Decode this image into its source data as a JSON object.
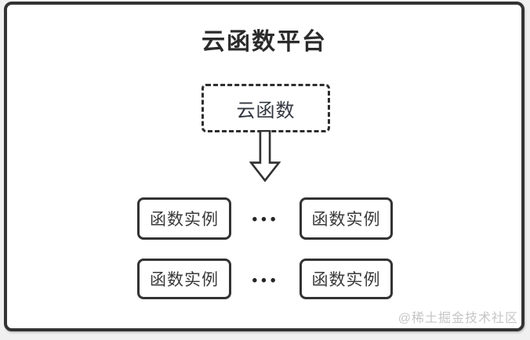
{
  "diagram": {
    "title": "云函数平台",
    "source_box": {
      "label": "云函数"
    },
    "ellipsis": "•••",
    "instance_rows": [
      {
        "left_label": "函数实例",
        "right_label": "函数实例"
      },
      {
        "left_label": "函数实例",
        "right_label": "函数实例"
      }
    ],
    "watermark": "@稀土掘金技术社区",
    "colors": {
      "outline": "#333333",
      "title_text": "#2b2b2b",
      "label_text": "#3a3a3a",
      "watermark_text": "#c6c5c5",
      "canvas": "#ffffff"
    },
    "icons": {
      "down_arrow": "hollow-down-arrow",
      "ellipsis": "three-dots"
    }
  }
}
